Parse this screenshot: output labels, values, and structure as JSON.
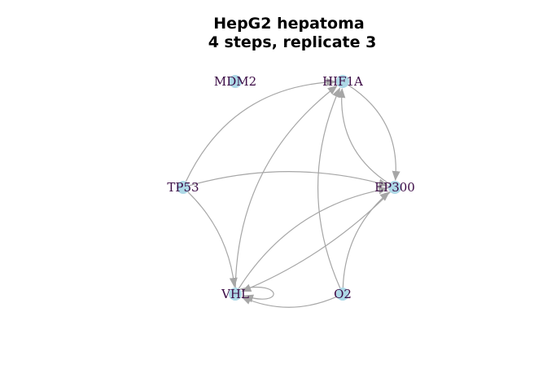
{
  "title": {
    "line1": "HepG2 hepatoma",
    "line2": "4 steps, replicate 3"
  },
  "style": {
    "node_fill": "#add8e6",
    "label_color": "#3b0a45",
    "edge_color": "#a6a6a6"
  },
  "nodes": [
    {
      "id": "MDM2",
      "label": "MDM2"
    },
    {
      "id": "HIF1A",
      "label": "HIF1A"
    },
    {
      "id": "TP53",
      "label": "TP53"
    },
    {
      "id": "EP300",
      "label": "EP300"
    },
    {
      "id": "VHL",
      "label": "VHL"
    },
    {
      "id": "O2",
      "label": "O2"
    }
  ],
  "edges": [
    {
      "from": "TP53",
      "to": "HIF1A"
    },
    {
      "from": "TP53",
      "to": "EP300"
    },
    {
      "from": "TP53",
      "to": "VHL"
    },
    {
      "from": "VHL",
      "to": "HIF1A"
    },
    {
      "from": "VHL",
      "to": "EP300"
    },
    {
      "from": "VHL",
      "to": "VHL"
    },
    {
      "from": "EP300",
      "to": "HIF1A"
    },
    {
      "from": "HIF1A",
      "to": "EP300"
    },
    {
      "from": "EP300",
      "to": "VHL"
    },
    {
      "from": "O2",
      "to": "HIF1A"
    },
    {
      "from": "O2",
      "to": "EP300"
    },
    {
      "from": "O2",
      "to": "VHL"
    }
  ]
}
